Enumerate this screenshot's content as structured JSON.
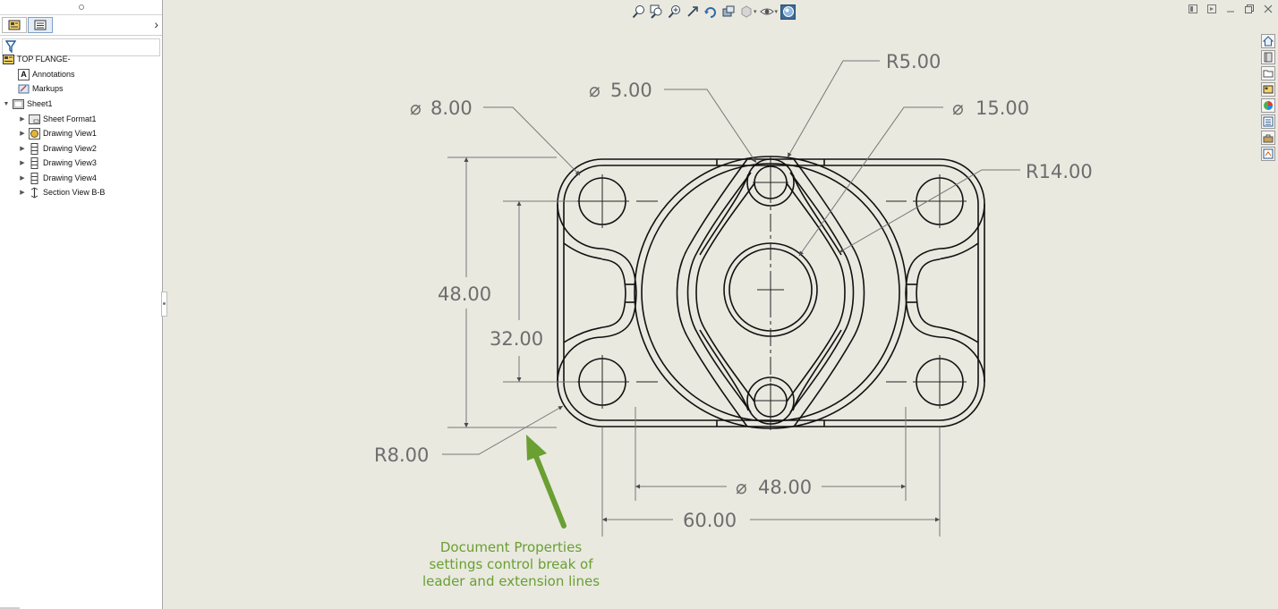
{
  "feature_tree": {
    "root_label": "TOP FLANGE-",
    "items": [
      {
        "label": "Annotations",
        "icon": "annotations-icon"
      },
      {
        "label": "Markups",
        "icon": "markups-icon"
      },
      {
        "label": "Sheet1",
        "icon": "sheet-icon"
      },
      {
        "label": "Sheet Format1",
        "icon": "sheet-format-icon"
      },
      {
        "label": "Drawing View1",
        "icon": "drawing-view-icon"
      },
      {
        "label": "Drawing View2",
        "icon": "drawing-view-icon"
      },
      {
        "label": "Drawing View3",
        "icon": "drawing-view-icon"
      },
      {
        "label": "Drawing View4",
        "icon": "drawing-view-icon"
      },
      {
        "label": "Section View B-B",
        "icon": "section-view-icon"
      }
    ]
  },
  "heads_up_toolbar": [
    "zoom-to-fit-icon",
    "zoom-to-area-icon",
    "zoom-in-out-icon",
    "previous-view-icon",
    "rotate-icon",
    "pan-icon",
    "display-style-icon",
    "hide-show-icon",
    "view-settings-icon"
  ],
  "task_pane": [
    "home-icon",
    "design-library-icon",
    "file-explorer-icon",
    "view-palette-icon",
    "appearances-icon",
    "custom-properties-icon",
    "toolbox-icon",
    "forum-icon"
  ],
  "colors": {
    "accent": "#6a9f32",
    "background": "#e9e9e0",
    "linework": "#111111",
    "dimension": "#6d6d6d"
  },
  "dimensions": {
    "dia_8": "8.00",
    "dia_5": "5.00",
    "r5": "R5.00",
    "dia_15": "15.00",
    "r14": "R14.00",
    "d48_vertical": "48.00",
    "d32_vertical": "32.00",
    "r8": "R8.00",
    "dia_48": "48.00",
    "d60": "60.00",
    "diameter_symbol": "⌀"
  },
  "callout": {
    "lines": [
      "Document Properties",
      "settings control break of",
      "leader and extension lines"
    ]
  }
}
